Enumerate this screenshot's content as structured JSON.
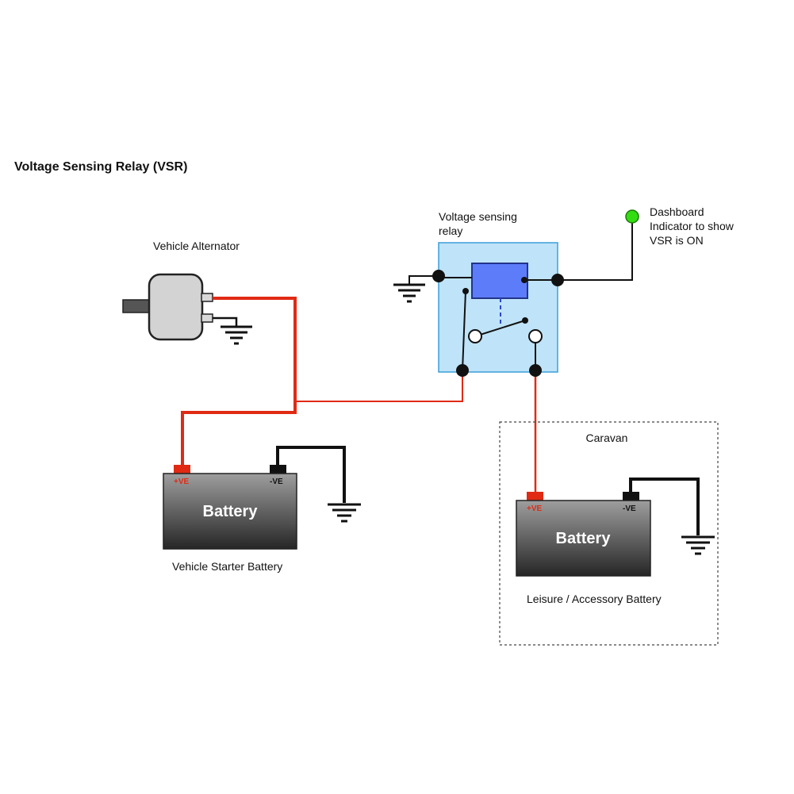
{
  "title": "Voltage Sensing Relay (VSR)",
  "alternator": {
    "label": "Vehicle Alternator",
    "icon": "alternator-icon"
  },
  "relay": {
    "label_line1": "Voltage sensing",
    "label_line2": "relay",
    "coil_color": "#5c7cfa",
    "box_color": "#bfe3f8"
  },
  "indicator": {
    "line1": "Dashboard",
    "line2": "Indicator to show",
    "line3": "VSR is ON",
    "color": "#33dd11"
  },
  "starter_battery": {
    "text": "Battery",
    "positive": "+VE",
    "negative": "-VE",
    "caption": "Vehicle Starter Battery"
  },
  "caravan": {
    "label": "Caravan"
  },
  "leisure_battery": {
    "text": "Battery",
    "positive": "+VE",
    "negative": "-VE",
    "caption": "Leisure / Accessory Battery"
  },
  "colors": {
    "positive_wire": "#e02a14",
    "ground_wire": "#111111"
  }
}
